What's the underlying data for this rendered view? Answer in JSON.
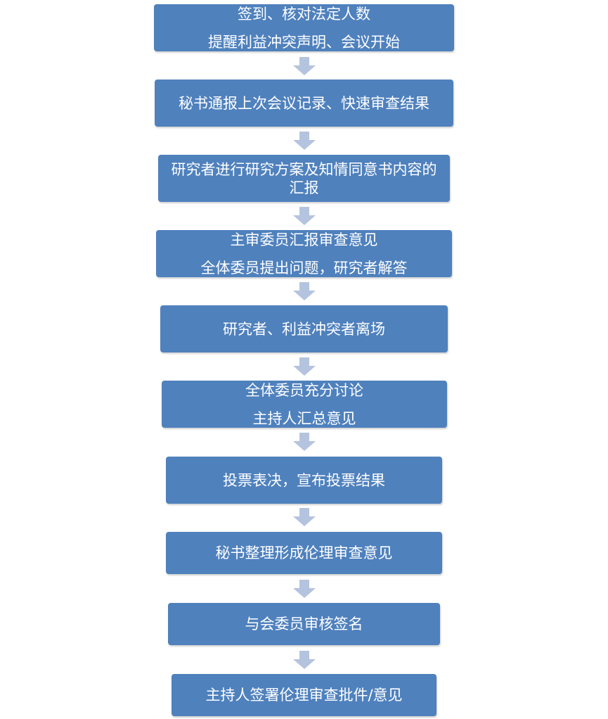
{
  "steps": [
    {
      "lines": [
        "签到、核对法定人数",
        "提醒利益冲突声明、会议开始"
      ]
    },
    {
      "lines": [
        "秘书通报上次会议记录、快速审查结果"
      ]
    },
    {
      "lines": [
        "研究者进行研究方案及知情同意书内容的汇报"
      ]
    },
    {
      "lines": [
        "主审委员汇报审查意见",
        "全体委员提出问题，研究者解答"
      ]
    },
    {
      "lines": [
        "研究者、利益冲突者离场"
      ]
    },
    {
      "lines": [
        "全体委员充分讨论",
        "主持人汇总意见"
      ]
    },
    {
      "lines": [
        "投票表决，宣布投票结果"
      ]
    },
    {
      "lines": [
        "秘书整理形成伦理审查意见"
      ]
    },
    {
      "lines": [
        "与会委员审核签名"
      ]
    },
    {
      "lines": [
        "主持人签署伦理审查批件/意见"
      ]
    }
  ]
}
